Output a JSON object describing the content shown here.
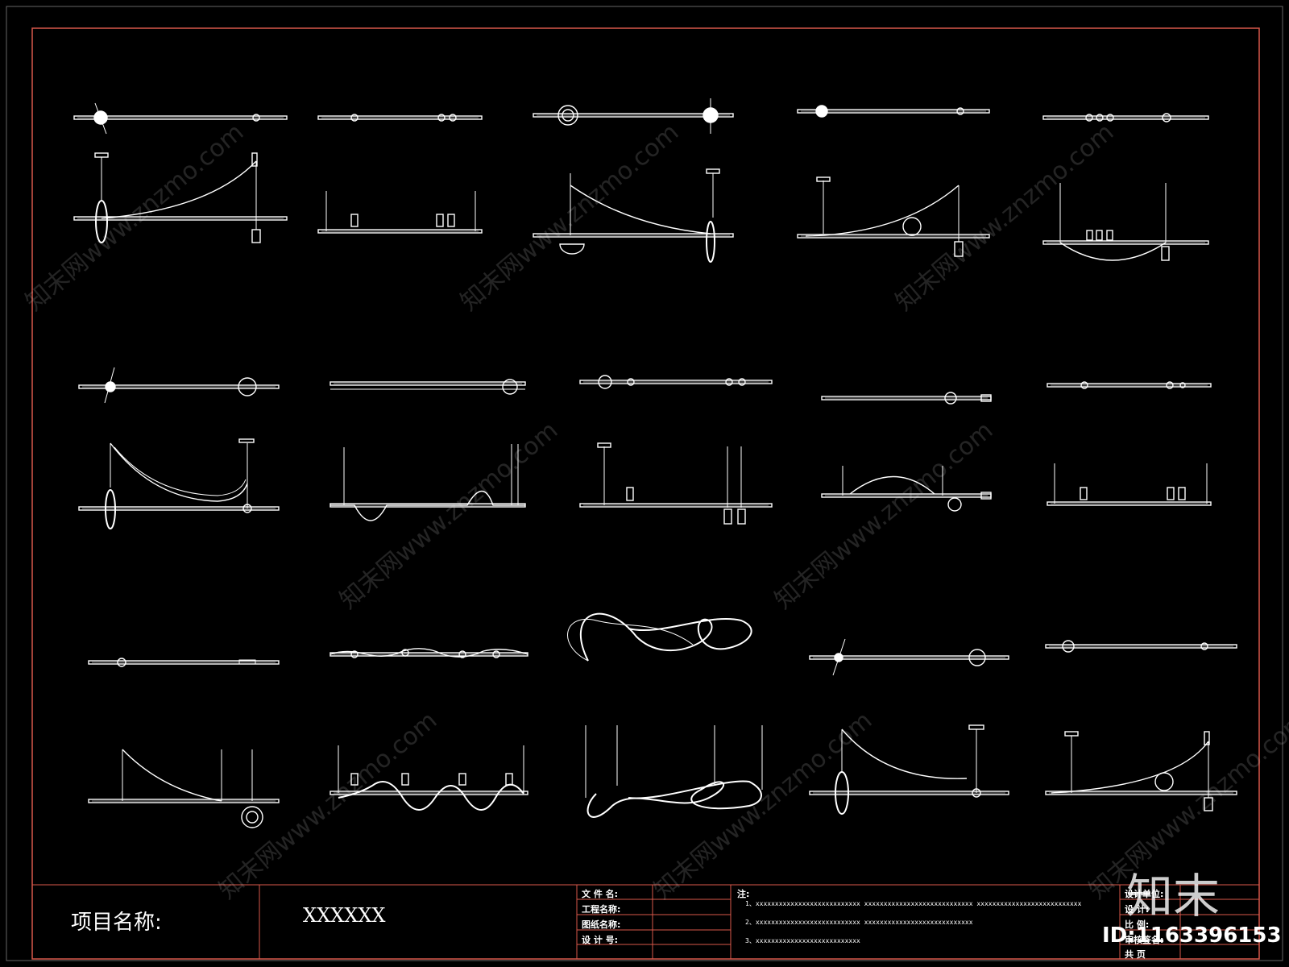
{
  "colors": {
    "background": "#000000",
    "frame": "#d8584a",
    "lines": "#ffffff",
    "watermark": "#ffffff"
  },
  "title_block": {
    "project_label": "项目名称:",
    "project_value": "XXXXXX",
    "file_name_label": "文 件 名:",
    "engineering_name_label": "工程名称:",
    "drawing_name_label": "图纸名称:",
    "design_no_label": "设 计 号:",
    "notes_label": "注:",
    "note_1": "1、xxxxxxxxxxxxxxxxxxxxxxxxxxx   xxxxxxxxxxxxxxxxxxxxxxxxxxxx   xxxxxxxxxxxxxxxxxxxxxxxxxxx",
    "note_2": "2、xxxxxxxxxxxxxxxxxxxxxxxxxxx   xxxxxxxxxxxxxxxxxxxxxxxxxxxx",
    "note_3": "3、xxxxxxxxxxxxxxxxxxxxxxxxxxx",
    "right_labels": [
      "设计单位:",
      "设    计:",
      "比    例:",
      "审核签名:",
      "共    页"
    ]
  },
  "watermark": {
    "site_text": "知末网www.znzmo.com",
    "logo_text": "知末",
    "id_text": "ID:1163396153"
  }
}
